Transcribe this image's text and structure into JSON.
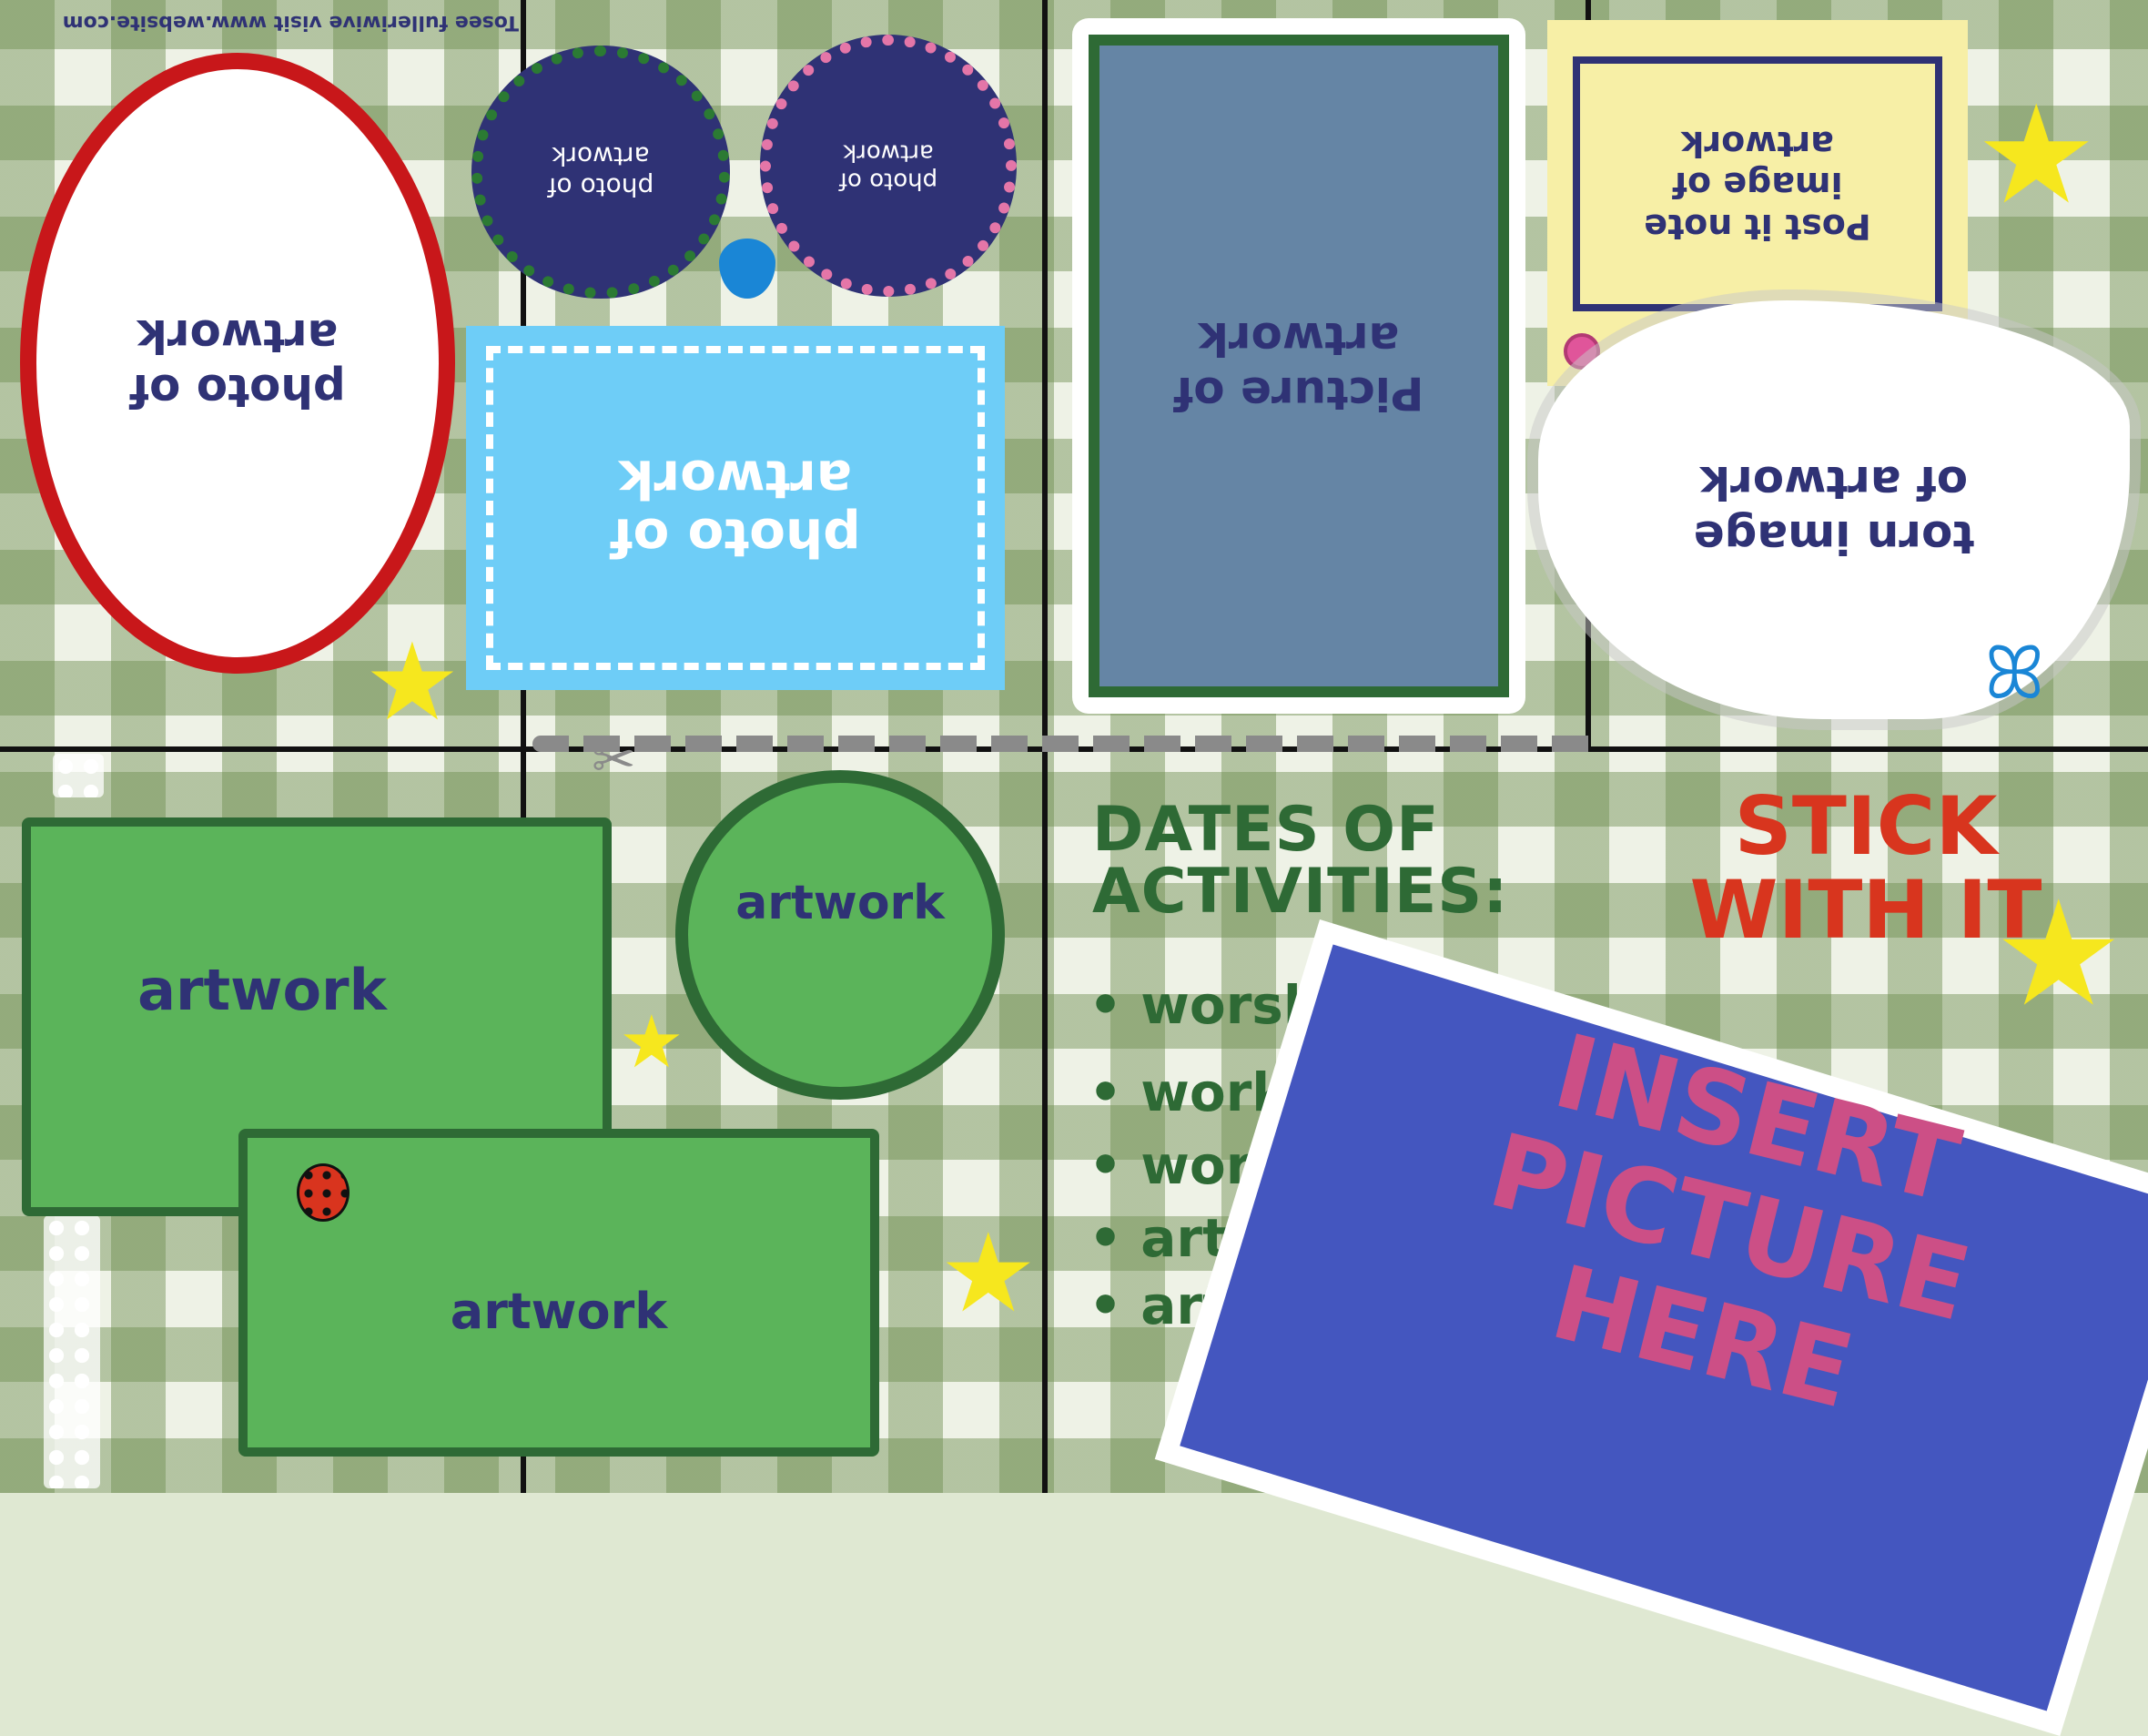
{
  "footer_text": "Tosee fulleriwive visit www.website.com",
  "frames": {
    "oval": "photo of artwork",
    "circle_green": "photo of artwork",
    "circle_pink": "photo of artwork",
    "blue_rect": "photo of artwork",
    "portrait": "Picture of artwork",
    "postit": "Post it note image of artwork",
    "torn": "torn image of artwork",
    "rect_top": "artwork",
    "rect_bottom": "artwork",
    "circle_artwork": "artwork"
  },
  "dates": {
    "heading": "DATES OF ACTIVITIES:",
    "items": [
      "worshop",
      "workshop",
      "workshop",
      "artist talk",
      "artist talk"
    ]
  },
  "stick_title": "STICK WITH IT",
  "insert_text": "INSERT PICTURE HERE",
  "colors": {
    "navy": "#2f3275",
    "red": "#c8171a",
    "green": "#5bb45a",
    "dark_green": "#2e6a35",
    "sky_blue": "#6ecdf7",
    "slate": "#6585a5",
    "post_it": "#f7efa6",
    "royal_blue": "#4456bf",
    "pink_text": "#cc4f86",
    "star_yellow": "#f6e71e"
  }
}
